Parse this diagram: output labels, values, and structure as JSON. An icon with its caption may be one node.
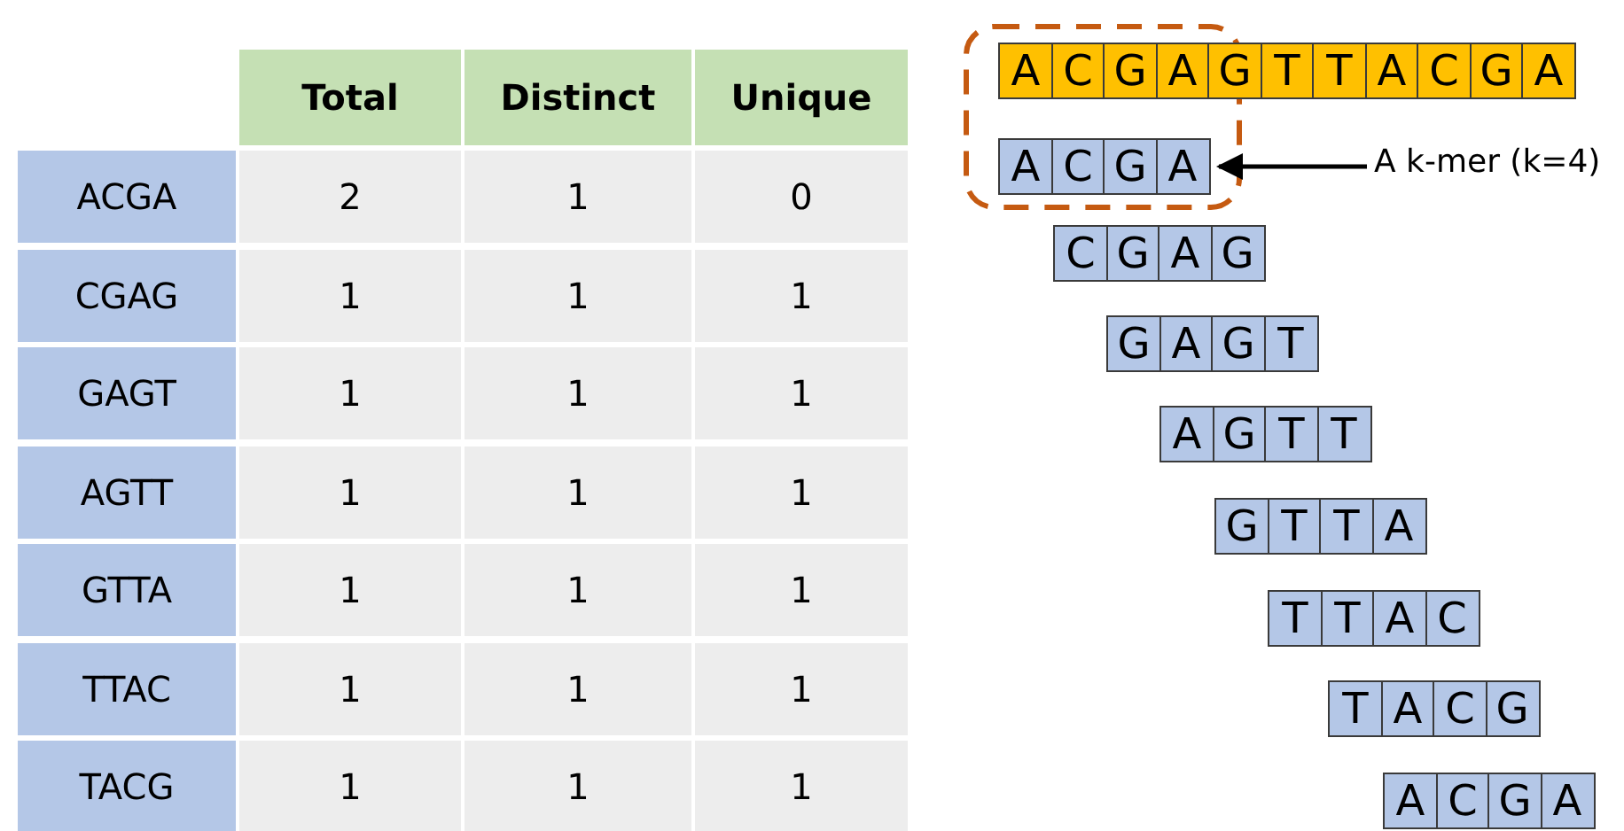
{
  "diagram": {
    "nodes": [
      {
        "text": [
          "A",
          "C",
          "G",
          "A",
          "G",
          "T",
          "T",
          "A",
          "C",
          "G",
          "A"
        ]
      },
      {
        "text": [
          "A",
          "C",
          "G",
          "A"
        ]
      },
      {
        "text": [
          "C",
          "G",
          "A",
          "G"
        ]
      },
      {
        "text": [
          "G",
          "A",
          "G",
          "T"
        ]
      },
      {
        "text": [
          "A",
          "G",
          "T",
          "T"
        ]
      },
      {
        "text": [
          "G",
          "T",
          "T",
          "A"
        ]
      },
      {
        "text": [
          "T",
          "T",
          "A",
          "C"
        ]
      },
      {
        "text": [
          "T",
          "A",
          "C",
          "G"
        ]
      },
      {
        "text": [
          "A",
          "C",
          "G",
          "A"
        ]
      },
      {
        "text": [
          "A k-mer (k=4)"
        ]
      }
    ],
    "edges": [
      {
        "from": 9,
        "to": 1,
        "arrow": "to"
      }
    ],
    "labels": [
      "Total",
      "Distinct",
      "Unique",
      "ACGA",
      "2",
      "1",
      "0",
      "CGAG",
      "1",
      "1",
      "1",
      "GAGT",
      "1",
      "1",
      "1",
      "AGTT",
      "1",
      "1",
      "1",
      "GTTA",
      "1",
      "1",
      "1",
      "TTAC",
      "1",
      "1",
      "1",
      "TACG",
      "1",
      "1",
      "1"
    ]
  }
}
